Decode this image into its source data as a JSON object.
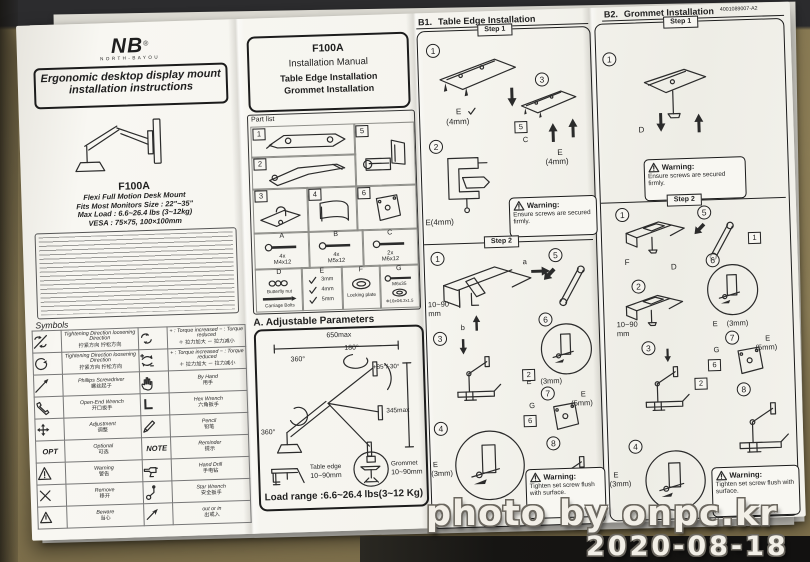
{
  "photo": {
    "watermark_line1": "photo by onpc.kr",
    "watermark_line2": "2020-08-18"
  },
  "left": {
    "brand": "NB",
    "brand_reg": "®",
    "brand_sub": "NORTH-BAYOU",
    "title1": "Ergonomic desktop display mount",
    "title2": "installation instructions",
    "model": "F100A",
    "subtitle1": "Flexi Full Motion Desk Mount",
    "subtitle2": "Fits Most Monitors Size : 22\"~35\"",
    "subtitle3": "Max Load : 6.6~26.4 lbs (3~12kg)",
    "subtitle4": "VESA : 75×75, 100×100mm",
    "symbols_title": "Symbols",
    "symbols": [
      {
        "icon1": "rotate-cw-ccw-icon",
        "en1": "Tightening Direction loosening Direction",
        "cn1": "拧紧方向 拧松方向",
        "icon2": "rotate-pair-icon",
        "en2": "+ : Torque increased  − : Torque reduced",
        "cn2": "＋ 拉力加大 － 拉力减小"
      },
      {
        "icon1": "rotate-ccw-icon",
        "en1": "Tightening Direction loosening Direction",
        "cn1": "拧紧方向 拧松方向",
        "icon2": "torque-arrows-icon",
        "en2": "+ : Torque increased  − : Torque reduced",
        "cn2": "＋ 拉力加大 － 拉力减小"
      },
      {
        "icon1": "phillips-screwdriver-icon",
        "en1": "Phillips Screwdriver",
        "cn1": "螺丝起子",
        "icon2": "hand-icon",
        "en2": "By Hand",
        "cn2": "用手"
      },
      {
        "icon1": "open-end-wrench-icon",
        "en1": "Open-End Wrench",
        "cn1": "开口扳手",
        "icon2": "hex-key-icon",
        "en2": "Hex Wrench",
        "cn2": "六角扳手"
      },
      {
        "icon1": "four-way-arrows-icon",
        "en1": "Adjustment",
        "cn1": "调整",
        "icon2": "pencil-icon",
        "en2": "Pencil",
        "cn2": "铅笔"
      },
      {
        "icon1": "opt-text",
        "text1": "OPT",
        "en1": "Optional",
        "cn1": "可选",
        "icon2": "note-text",
        "text2": "NOTE",
        "en2": "Reminder",
        "cn2": "提示"
      },
      {
        "icon1": "warning-triangle-icon",
        "en1": "Warning",
        "cn1": "警告",
        "icon2": "hand-drill-icon",
        "en2": "Hand Drill",
        "cn2": "手电钻"
      },
      {
        "icon1": "remove-x-icon",
        "en1": "Remove",
        "cn1": "移开",
        "icon2": "star-wrench-icon",
        "en2": "Star Wrench",
        "cn2": "安全扳手"
      },
      {
        "icon1": "beware-triangle-icon",
        "en1": "Beware",
        "cn1": "当心",
        "icon2": "out-in-arrow-icon",
        "en2": "out or in",
        "cn2": "出或入"
      }
    ]
  },
  "middle": {
    "header": {
      "model": "F100A",
      "line2": "Installation Manual",
      "line3": "Table Edge Installation",
      "line4": "Grommet Installation"
    },
    "part_list_title": "Part list",
    "parts": {
      "n1": "1",
      "n2": "2",
      "n3": "3",
      "n4": "4",
      "n5": "5",
      "n6": "6"
    },
    "hw": {
      "a_letter": "A",
      "a_qty": "4x",
      "a_spec": "M4x12",
      "b_letter": "B",
      "b_qty": "4x",
      "b_spec": "M5x12",
      "c_letter": "C",
      "c_qty": "2x",
      "c_spec": "M6x12",
      "d_letter": "D",
      "d_label1": "Butterfly nut",
      "d_label2": "Carriage Bolts",
      "e_letter": "E",
      "e_s1": "3mm",
      "e_s2": "4mm",
      "e_s3": "5mm",
      "f_letter": "F",
      "f_label": "Locking plate",
      "g_letter": "G",
      "g_label1": "M6x35",
      "g_label2": "Φ16xΦ6.2x1.5"
    },
    "params": {
      "heading": "A. Adjustable Parameters",
      "w": "650max",
      "rot1": "360°",
      "rot2": "180°",
      "tilt": "+85°/-30°",
      "h": "345max",
      "rot3": "360°",
      "edge_label": "Table edge",
      "edge_range": "10~90mm",
      "grommet_label": "Grommet",
      "grommet_range": "10~90mm"
    },
    "load_range": "Load range :6.6~26.4 lbs(3~12 Kg)"
  },
  "b1": {
    "title_prefix": "B1.",
    "title": "Table Edge Installation",
    "step1": "Step 1",
    "step2": "Step 2",
    "s1_e4": "E",
    "s1_e4mm": "(4mm)",
    "s1_e4b": "E(4mm)",
    "s1_box5": "5",
    "s1_c": "C",
    "s1_e4c": "E",
    "s1_e4cmm": "(4mm)",
    "s2_a": "a",
    "s2_b": "b",
    "s2_range1": "10~90",
    "s2_range2": "mm",
    "s2_box2": "2",
    "s2_e3": "E",
    "s2_e3mm": "(3mm)",
    "s2_e3b": "E",
    "s2_e3bmm": "(3mm)",
    "s2_g": "G",
    "s2_e5": "E",
    "s2_e5mm": "(5mm)",
    "s2_box6": "6"
  },
  "b2": {
    "title_prefix": "B2.",
    "title": "Grommet Installation",
    "doc_no": "4001089007-A2",
    "step1": "Step 1",
    "step2": "Step 2",
    "s1_d": "D",
    "s2_f": "F",
    "s2_d": "D",
    "s2_range1": "10~90",
    "s2_range2": "mm",
    "s2_box1": "1",
    "s2_box2": "2",
    "s2_box6": "6",
    "s2_e3": "E",
    "s2_e3mm": "(3mm)",
    "s2_g": "G",
    "s2_e5": "E",
    "s2_e5mm": "(5mm)",
    "s2_e3b": "E",
    "s2_e3bmm": "(3mm)"
  },
  "warnings": {
    "title": "Warning:",
    "ensure": "Ensure screws are secured firmly.",
    "flush": "Tighten set screw flush with surface."
  },
  "circ": [
    "1",
    "2",
    "3",
    "4",
    "5",
    "6",
    "7",
    "8"
  ]
}
